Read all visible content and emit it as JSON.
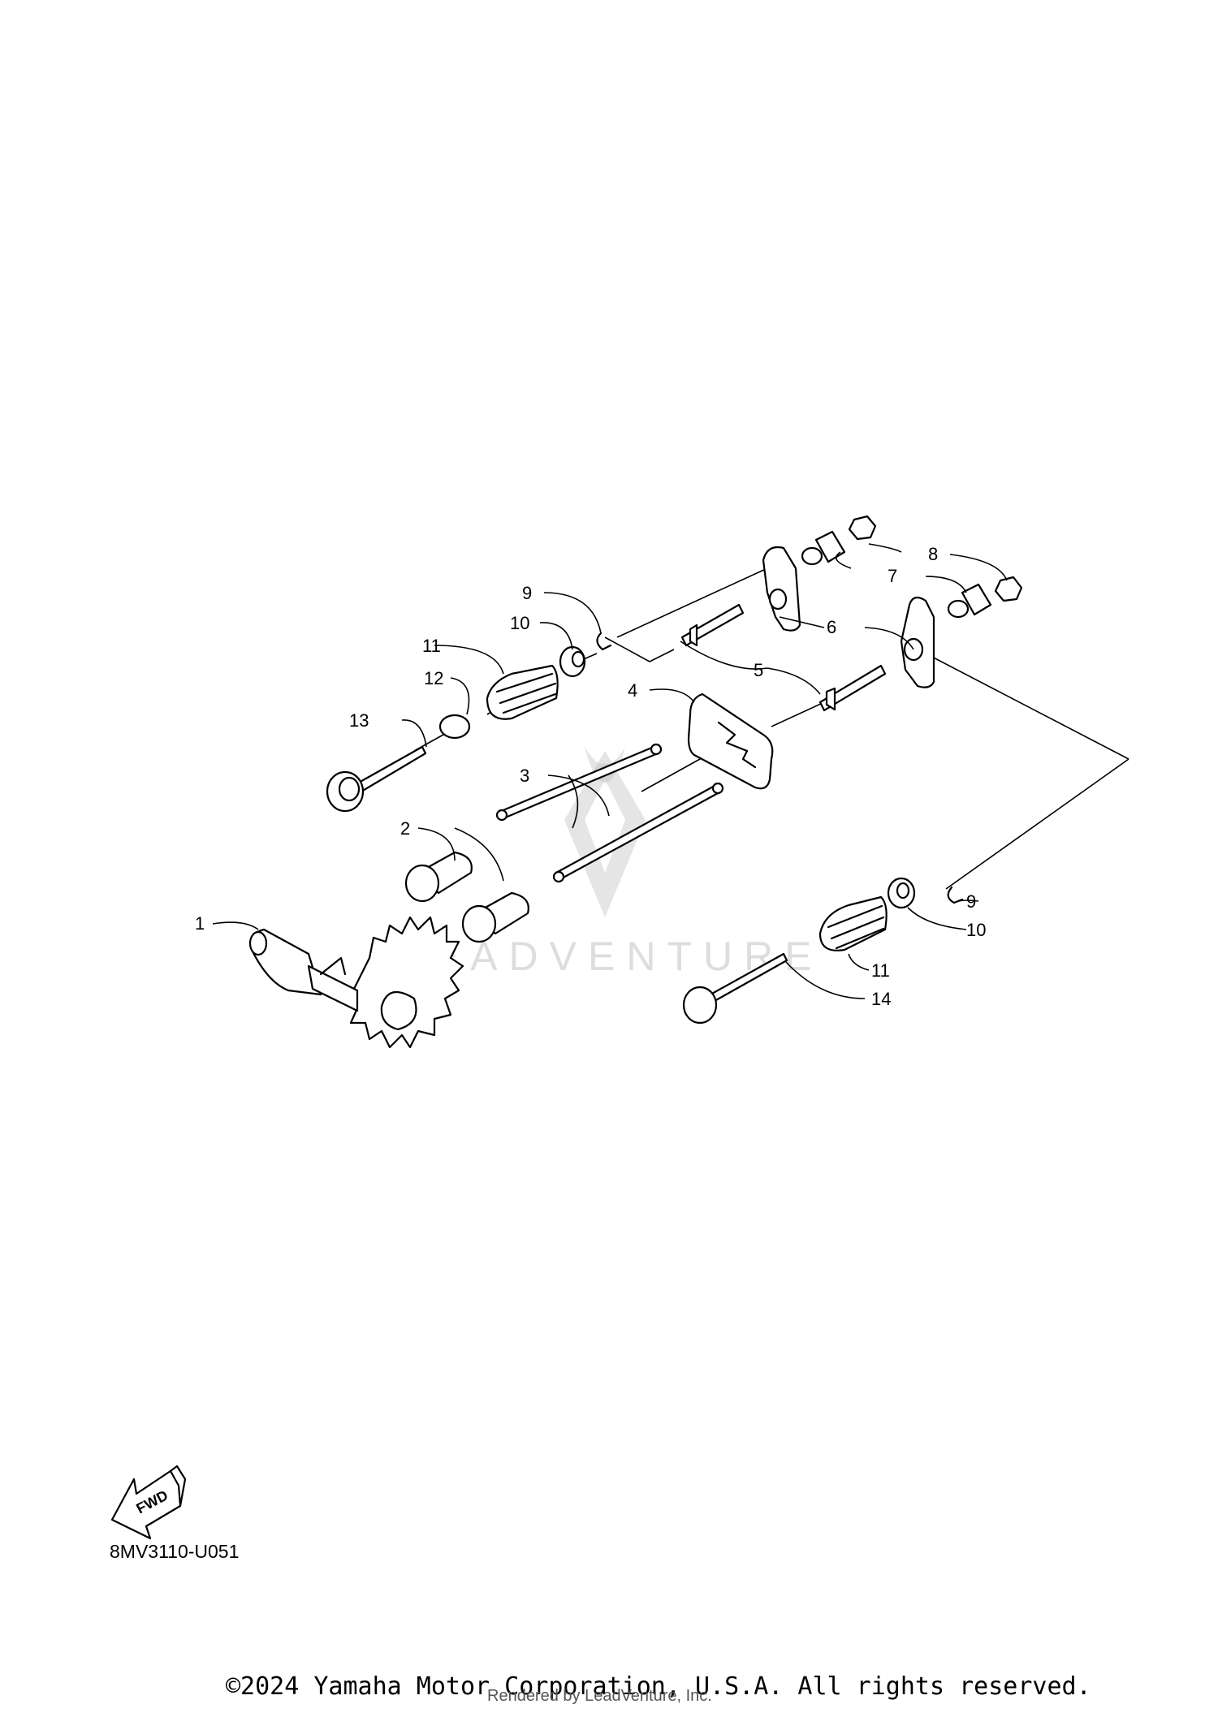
{
  "diagram": {
    "callouts": {
      "c1": "1",
      "c2": "2",
      "c3": "3",
      "c4": "4",
      "c5": "5",
      "c6": "6",
      "c7": "7",
      "c8": "8",
      "c9a": "9",
      "c9b": "9",
      "c10a": "10",
      "c10b": "10",
      "c11a": "11",
      "c11b": "11",
      "c12": "12",
      "c13": "13",
      "c14": "14"
    },
    "fwd_label": "FWD",
    "diagram_code": "8MV3110-U051",
    "watermark": "LEADVENTURE"
  },
  "footer": {
    "copyright": "©2024 Yamaha Motor Corporation, U.S.A. All rights reserved.",
    "rendered_by": "Rendered by LeadVenture, Inc."
  },
  "colors": {
    "line": "#000000",
    "background": "#ffffff",
    "watermark": "#b5b5b5"
  }
}
